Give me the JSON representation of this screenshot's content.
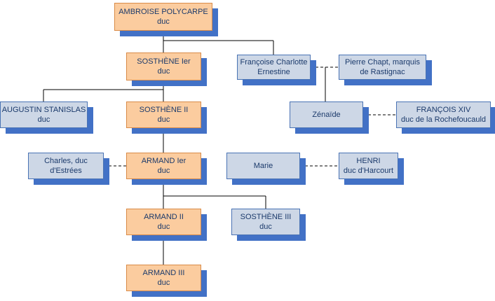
{
  "diagram": {
    "type": "family-tree",
    "colors": {
      "duke_fill": "#FBCC9F",
      "duke_border": "#D98B48",
      "relative_fill": "#CDD7E6",
      "relative_border": "#4A73B4",
      "shadow": "#4271C6",
      "text": "#1B3A6B",
      "line": "#000000"
    },
    "nodes": [
      {
        "line1": "AMBROISE POLYCARPE",
        "line2": "duc"
      },
      {
        "line1": "SOSTHÈNE Ier",
        "line2": "duc"
      },
      {
        "line1": "Françoise Charlotte",
        "line2": "Ernestine"
      },
      {
        "line1": "Pierre Chapt, marquis",
        "line2": "de Rastignac"
      },
      {
        "line1": "AUGUSTIN STANISLAS",
        "line2": "duc"
      },
      {
        "line1": "SOSTHÈNE II",
        "line2": "duc"
      },
      {
        "line1": "Zénaïde",
        "line2": ""
      },
      {
        "line1": "FRANÇOIS XIV",
        "line2": "duc de la Rochefoucauld"
      },
      {
        "line1": "Charles, duc",
        "line2": "d'Estrées"
      },
      {
        "line1": "ARMAND Ier",
        "line2": "duc"
      },
      {
        "line1": "Marie",
        "line2": ""
      },
      {
        "line1": "HENRI",
        "line2": "duc d'Harcourt"
      },
      {
        "line1": "ARMAND II",
        "line2": "duc"
      },
      {
        "line1": "SOSTHÈNE III",
        "line2": "duc"
      },
      {
        "line1": "ARMAND III",
        "line2": "duc"
      }
    ],
    "edges": {
      "parent_child": [
        [
          "AMBROISE POLYCARPE",
          "SOSTHÈNE Ier"
        ],
        [
          "AMBROISE POLYCARPE",
          "Françoise Charlotte Ernestine"
        ],
        [
          "SOSTHÈNE Ier",
          "AUGUSTIN STANISLAS"
        ],
        [
          "SOSTHÈNE Ier",
          "SOSTHÈNE II"
        ],
        [
          "Françoise Charlotte Ernestine + Pierre Chapt",
          "Zénaïde"
        ],
        [
          "SOSTHÈNE II",
          "ARMAND Ier"
        ],
        [
          "ARMAND Ier",
          "ARMAND II"
        ],
        [
          "ARMAND Ier",
          "SOSTHÈNE III"
        ],
        [
          "ARMAND II",
          "ARMAND III"
        ]
      ],
      "marriage": [
        [
          "Françoise Charlotte Ernestine",
          "Pierre Chapt, marquis de Rastignac"
        ],
        [
          "Zénaïde",
          "FRANÇOIS XIV duc de la Rochefoucauld"
        ],
        [
          "Charles, duc d'Estrées",
          "ARMAND Ier"
        ],
        [
          "Marie",
          "HENRI duc d'Harcourt"
        ]
      ]
    }
  }
}
